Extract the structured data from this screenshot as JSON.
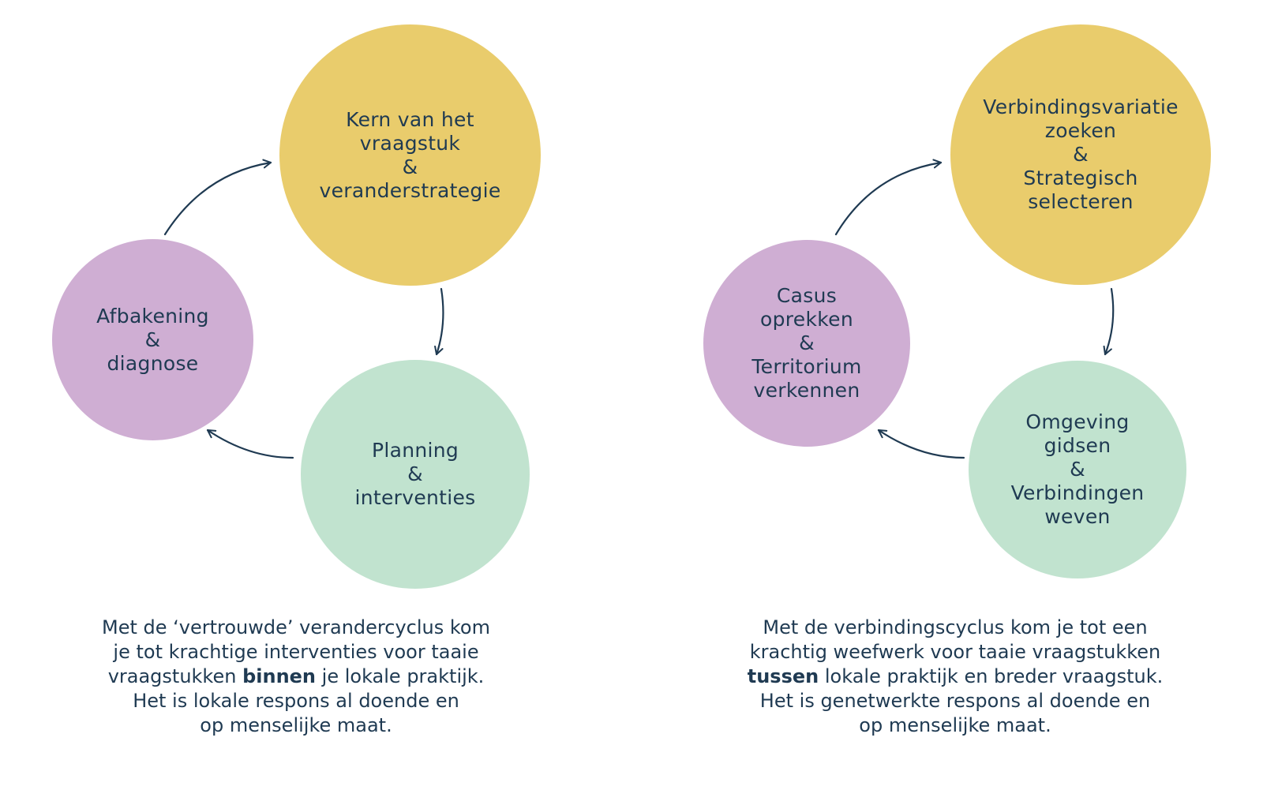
{
  "colors": {
    "yellow": "#e9cc6c",
    "purple": "#cfaed3",
    "green": "#c1e3cf",
    "ink": "#1f3a52"
  },
  "left_cycle": {
    "top_circle": {
      "lines": [
        "Kern van het",
        "vraagstuk",
        "&",
        "veranderstrategie"
      ]
    },
    "left_circle": {
      "lines": [
        "Afbakening",
        "&",
        "diagnose"
      ]
    },
    "bottom_circle": {
      "lines": [
        "Planning",
        "&",
        "interventies"
      ]
    },
    "caption": {
      "line1": "Met de ‘vertrouwde’ verandercyclus kom",
      "line2": "je tot krachtige interventies voor taaie",
      "line3_before": "vraagstukken ",
      "line3_bold": "binnen",
      "line3_after": " je lokale praktijk.",
      "line4": "Het is lokale respons al doende en",
      "line5": "op menselijke maat."
    }
  },
  "right_cycle": {
    "top_circle": {
      "lines": [
        "Verbindingsvariatie",
        "zoeken",
        "&",
        "Strategisch",
        "selecteren"
      ]
    },
    "left_circle": {
      "lines": [
        "Casus",
        "oprekken",
        "&",
        "Territorium",
        "verkennen"
      ]
    },
    "bottom_circle": {
      "lines": [
        "Omgeving",
        "gidsen",
        "&",
        "Verbindingen",
        "weven"
      ]
    },
    "caption": {
      "line1": "Met de verbindingscyclus kom je tot een",
      "line2": "krachtig weefwerk voor taaie vraagstukken",
      "line3_bold": "tussen",
      "line3_after": " lokale praktijk en breder vraagstuk.",
      "line4": "Het is genetwerkte respons al doende en",
      "line5": "op menselijke maat."
    }
  }
}
